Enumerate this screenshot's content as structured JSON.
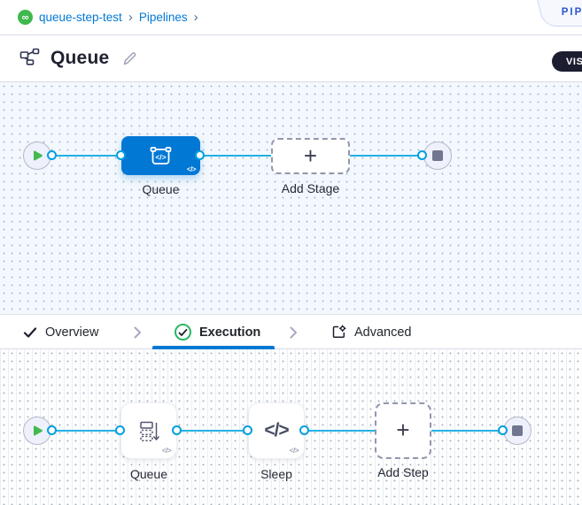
{
  "breadcrumb": {
    "project": "queue-step-test",
    "separator": "›",
    "section": "Pipelines"
  },
  "studio_badge": {
    "label": "PIPELINE STUDIO"
  },
  "header": {
    "title": "Queue",
    "view_toggle": "VISUAL"
  },
  "stage_canvas": {
    "stage_label": "Queue",
    "stage_badge": "</>",
    "add_stage_label": "Add Stage",
    "plus": "+"
  },
  "tabs": {
    "items": [
      {
        "label": "Overview"
      },
      {
        "label": "Execution"
      },
      {
        "label": "Advanced"
      }
    ]
  },
  "execution_canvas": {
    "steps": [
      {
        "label": "Queue",
        "badge": "</>"
      },
      {
        "label": "Sleep",
        "badge": "</>"
      }
    ],
    "add_step_label": "Add Step",
    "plus": "+"
  },
  "colors": {
    "primary_blue": "#0278d5",
    "connector_cyan": "#22b1e5",
    "play_green": "#42ba50",
    "execution_check_green": "#29b765",
    "canvas_top_bg": "#f2f8fd",
    "view_toggle_bg": "#1d1d30",
    "studio_badge_text": "#2c55cf"
  }
}
